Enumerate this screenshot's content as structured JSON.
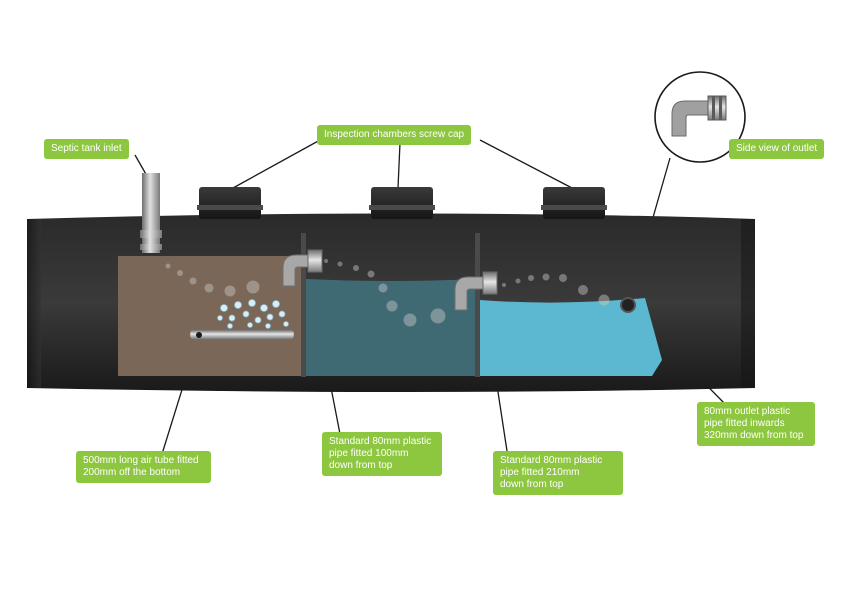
{
  "labels": {
    "septic_inlet": "Septic tank inlet",
    "inspection_caps": "Inspection chambers screw cap",
    "side_view_outlet": "Side view of outlet",
    "air_tube": [
      "500mm long air tube fitted",
      "200mm off the bottom"
    ],
    "pipe_100": [
      "Standard 80mm plastic",
      "pipe fitted 100mm",
      "down from top"
    ],
    "pipe_210": [
      "Standard 80mm plastic",
      "pipe fitted 210mm",
      "down from top"
    ],
    "outlet_320": [
      "80mm outlet plastic",
      "pipe fitted inwards",
      "320mm down from top"
    ]
  },
  "colors": {
    "label_green": "#8dc63f",
    "tank_black": "#1f1f1f",
    "chamber1_sludge": "#7a6757",
    "chamber2_water": "#3f6a74",
    "chamber3_water": "#5cb7d1",
    "pipe_grey": "#9a9a9a"
  },
  "icons": [
    "cap-icon",
    "elbow-pipe-icon",
    "air-tube-icon",
    "bubble-icon",
    "magnifier-circle-icon"
  ]
}
